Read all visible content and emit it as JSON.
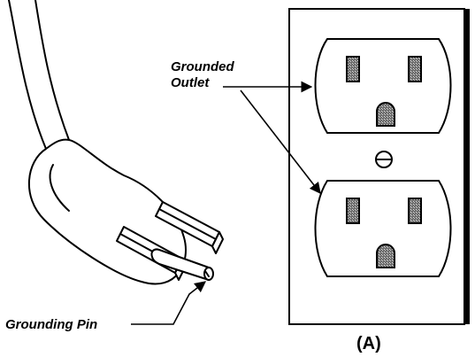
{
  "labels": {
    "outlet_line1": "Grounded",
    "outlet_line2": "Outlet",
    "pin": "Grounding Pin",
    "caption": "(A)"
  },
  "colors": {
    "ink": "#000000",
    "slot_fill": "#8a8a8a",
    "background": "#ffffff"
  }
}
